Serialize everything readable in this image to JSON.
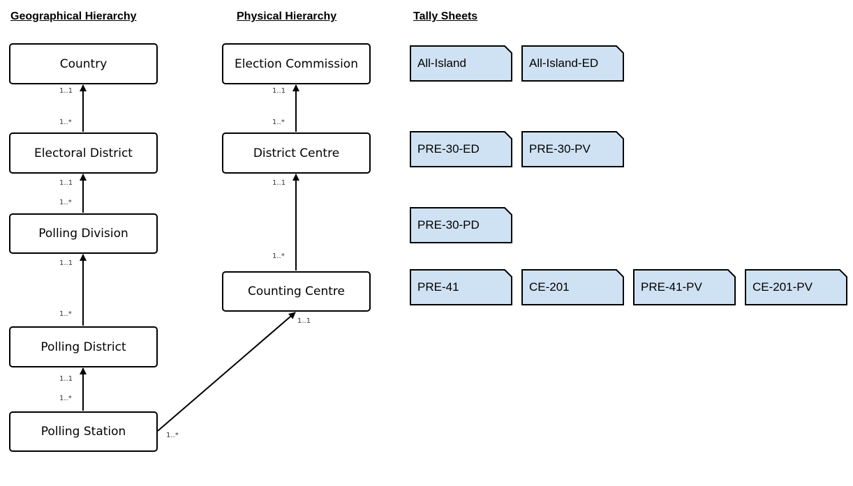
{
  "headings": {
    "geographical": "Geographical Hierarchy",
    "physical": "Physical Hierarchy",
    "tally": "Tally Sheets"
  },
  "geographical_nodes": [
    {
      "label": "Country"
    },
    {
      "label": "Electoral District"
    },
    {
      "label": "Polling Division"
    },
    {
      "label": "Polling District"
    },
    {
      "label": "Polling Station"
    }
  ],
  "physical_nodes": [
    {
      "label": "Election Commission"
    },
    {
      "label": "District Centre"
    },
    {
      "label": "Counting Centre"
    }
  ],
  "multiplicities": {
    "one_to_one": "1..1",
    "one_to_many": "1..*"
  },
  "tally_sheets": [
    {
      "label": "All-Island"
    },
    {
      "label": "All-Island-ED"
    },
    {
      "label": "PRE-30-ED"
    },
    {
      "label": "PRE-30-PV"
    },
    {
      "label": "PRE-30-PD"
    },
    {
      "label": "PRE-41"
    },
    {
      "label": "CE-201"
    },
    {
      "label": "PRE-41-PV"
    },
    {
      "label": "CE-201-PV"
    }
  ],
  "colors": {
    "tally_fill": "#cfe2f3",
    "stroke": "#000000"
  }
}
